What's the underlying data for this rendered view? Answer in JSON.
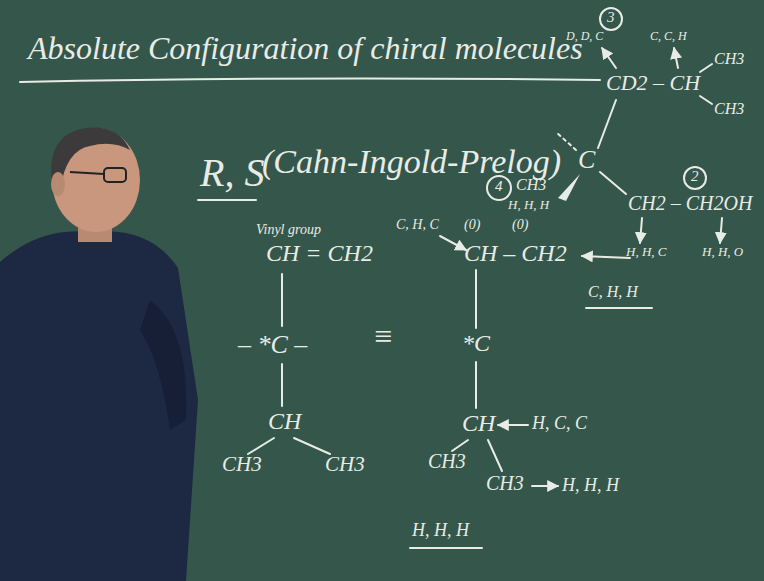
{
  "diagram": {
    "title": "Absolute Configuration of chiral molecules",
    "labels": [
      "R, S",
      "(Cahn-Ingold-Prelog)",
      "Vinyl group",
      "CH = CH2",
      "– *C –",
      "CH",
      "CH3",
      "CH3",
      "≡",
      "C, H, C",
      "(0)",
      "(0)",
      "4",
      "CH3",
      "H, H, H",
      "CH – CH2",
      "C, H, H",
      "*C",
      "CH",
      "H, C, C",
      "CH3",
      "CH3",
      "H, H, H",
      "H, H, H",
      "3",
      "D, D, C",
      "C, C, H",
      "CH3",
      "CD2 – CH",
      "CH3",
      "C",
      "2",
      "CH2 – CH2OH",
      "H, H, C",
      "H, H, O"
    ]
  }
}
